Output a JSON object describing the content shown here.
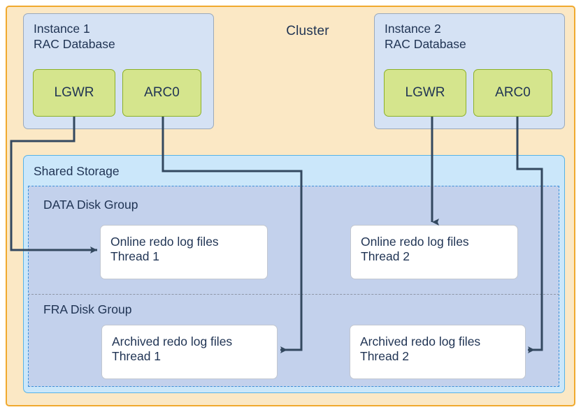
{
  "diagram": {
    "title": "Cluster",
    "colors": {
      "cluster_bg": "#fbe8c5",
      "cluster_border": "#f0a92e",
      "instance_bg": "#d5e2f4",
      "instance_border": "#9aa9bb",
      "process_bg": "#d5e58d",
      "process_border": "#8cb028",
      "shared_storage_bg": "#cbe7fa",
      "shared_storage_border": "#56b2e6",
      "disk_group_bg": "#c3d1ec",
      "disk_group_border": "#3d90d8",
      "file_box_bg": "#ffffff",
      "file_box_border": "#c2c7d0",
      "connector": "#33485f",
      "text": "#1f3353"
    },
    "instances": [
      {
        "name": "Instance 1",
        "subtitle": "RAC Database",
        "title": "Instance 1\nRAC Database",
        "processes": [
          {
            "label": "LGWR"
          },
          {
            "label": "ARC0"
          }
        ]
      },
      {
        "name": "Instance 2",
        "subtitle": "RAC Database",
        "title": "Instance 2\nRAC Database",
        "processes": [
          {
            "label": "LGWR"
          },
          {
            "label": "ARC0"
          }
        ]
      }
    ],
    "shared_storage": {
      "label": "Shared Storage",
      "disk_groups": [
        {
          "label": "DATA Disk Group",
          "files": [
            {
              "text": "Online redo log files\nThread 1"
            },
            {
              "text": "Online redo log files\nThread 2"
            }
          ]
        },
        {
          "label": "FRA Disk Group",
          "files": [
            {
              "text": "Archived redo log files\nThread 1"
            },
            {
              "text": "Archived redo log files\nThread 2"
            }
          ]
        }
      ]
    },
    "connectors": [
      {
        "from": "Instance 1 LGWR",
        "to": "Online redo log files Thread 1",
        "arrow": "right"
      },
      {
        "from": "Instance 1 ARC0",
        "to": "Archived redo log files Thread 1",
        "arrow": "left"
      },
      {
        "from": "Instance 2 LGWR",
        "to": "Online redo log files Thread 2",
        "arrow": "down"
      },
      {
        "from": "Instance 2 ARC0",
        "to": "Archived redo log files Thread 2",
        "arrow": "left"
      }
    ]
  }
}
